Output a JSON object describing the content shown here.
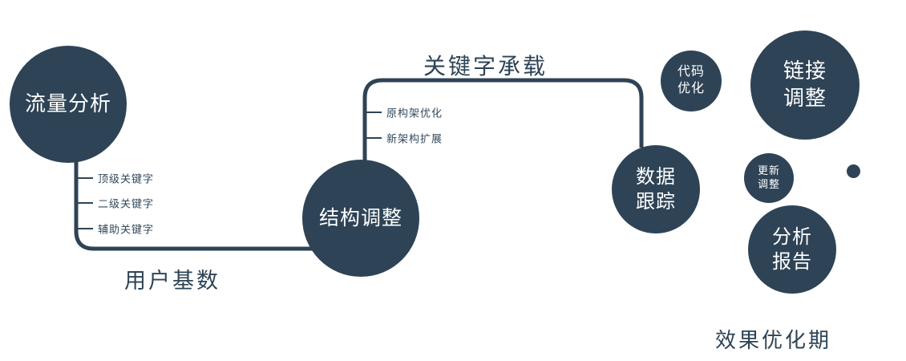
{
  "colors": {
    "primary": "#2e4356",
    "background": "#ffffff",
    "text_on_circle": "#ffffff"
  },
  "nodes": {
    "traffic": {
      "label": "流量分析"
    },
    "structure": {
      "label": "结构调整"
    },
    "data_tracking": {
      "lines": [
        "数据",
        "跟踪"
      ]
    },
    "code_optimization": {
      "lines": [
        "代码",
        "优化"
      ]
    },
    "link_adjustment": {
      "lines": [
        "链接",
        "调整"
      ]
    },
    "update_adjustment": {
      "lines": [
        "更新",
        "调整"
      ]
    },
    "analysis_report": {
      "lines": [
        "分析",
        "报告"
      ]
    }
  },
  "edges": {
    "user_base_label": "用户基数",
    "keyword_carry_label": "关键字承载",
    "traffic_ticks": [
      "顶级关键字",
      "二级关键字",
      "辅助关键字"
    ],
    "structure_ticks": [
      "原构架优化",
      "新架构扩展"
    ]
  },
  "footer": {
    "phase_label": "效果优化期"
  }
}
